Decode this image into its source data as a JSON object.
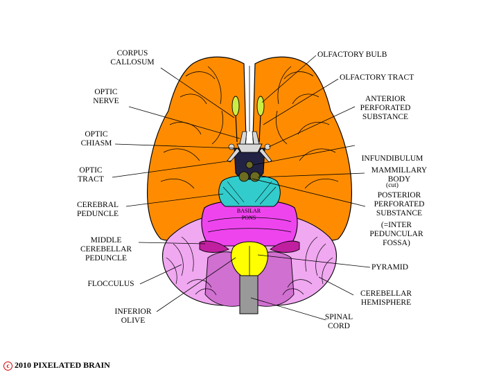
{
  "labels": {
    "corpus_callosum": "CORPUS\nCALLOSUM",
    "optic_nerve": "OPTIC\nNERVE",
    "optic_chiasm": "OPTIC\nCHIASM",
    "optic_tract": "OPTIC\nTRACT",
    "cerebral_peduncle": "CEREBRAL\nPEDUNCLE",
    "middle_cerebellar_peduncle": "MIDDLE\nCEREBELLAR\nPEDUNCLE",
    "flocculus": "FLOCCULUS",
    "inferior_olive": "INFERIOR\nOLIVE",
    "olfactory_bulb": "OLFACTORY BULB",
    "olfactory_tract": "OLFACTORY TRACT",
    "anterior_perforated_substance": "ANTERIOR\nPERFORATED\nSUBSTANCE",
    "infundibulum": "INFUNDIBULUM",
    "infundibulum_note": "(cut)",
    "mammillary_body": "MAMMILLARY\nBODY",
    "posterior_perforated_substance": "POSTERIOR\nPERFORATED\nSUBSTANCE",
    "interpeduncular_fossa": "(=INTER\nPEDUNCULAR\nFOSSA)",
    "pyramid": "PYRAMID",
    "cerebellar_hemisphere": "CEREBELLAR\nHEMISPHERE",
    "spinal_cord": "SPINAL\nCORD",
    "basilar_pons": "BASILAR\nPONS"
  },
  "copyright": {
    "symbol": "c",
    "text": "2010  PIXELATED BRAIN"
  },
  "colors": {
    "cerebrum": "#ff8c00",
    "olfactory": "#ccee44",
    "optic": "#d8d8d8",
    "chiasm_region": "#222244",
    "mammillary": "#6b6b22",
    "peduncle": "#33cccc",
    "pons": "#ee44ee",
    "cerebellum": "#f0a8f0",
    "medulla_pyramid": "#ffff00",
    "spinal_cord": "#999999",
    "outline": "#000000"
  }
}
